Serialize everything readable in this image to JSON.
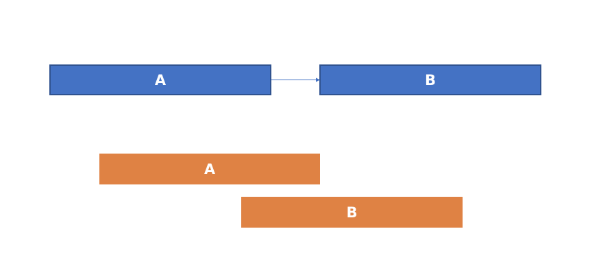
{
  "diagram": {
    "top_row": {
      "box_a": {
        "label": "A",
        "fill": "#4472c4",
        "border": "#2f528f"
      },
      "box_b": {
        "label": "B",
        "fill": "#4472c4",
        "border": "#2f528f"
      },
      "connector": {
        "from": "A",
        "to": "B",
        "color": "#4472c4",
        "style": "arrow"
      }
    },
    "bottom_rows": {
      "box_a": {
        "label": "A",
        "fill": "#df8244"
      },
      "box_b": {
        "label": "B",
        "fill": "#df8244"
      }
    }
  }
}
